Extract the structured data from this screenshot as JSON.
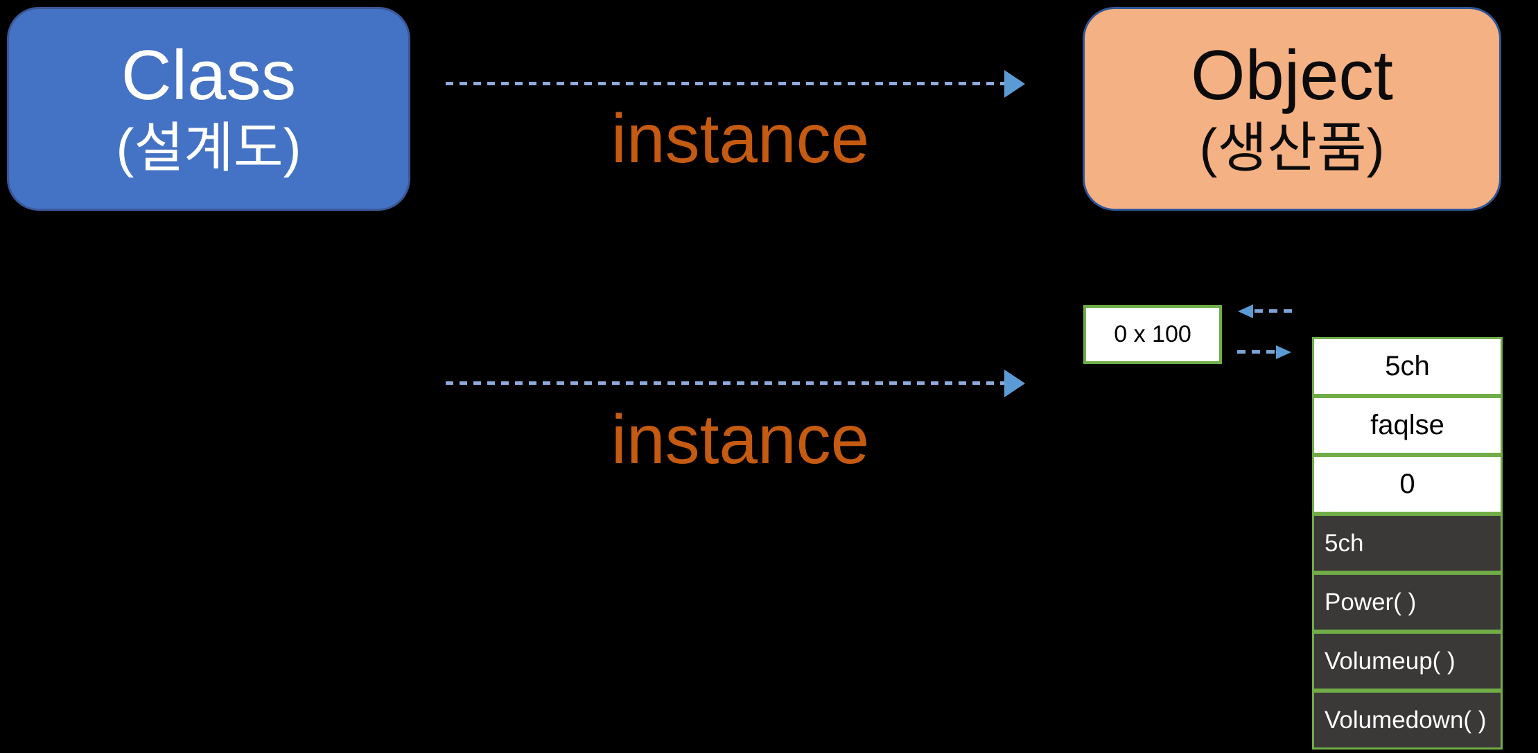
{
  "canvas": {
    "background": "#000000"
  },
  "class_box": {
    "title": "Class",
    "subtitle": "(설계도)",
    "fill": "#4472C4",
    "border_color": "#3B5796",
    "text_color": "#FFFFFF"
  },
  "object_box": {
    "title": "Object",
    "subtitle": "(생산품)",
    "fill": "#F4B183",
    "border_color": "#2F5597",
    "text_color": "#000000"
  },
  "instance_links": {
    "top_label": "instance",
    "bottom_label": "instance",
    "label_color": "#C55A11",
    "dash_color": "#8FAADC",
    "arrowhead_color": "#5B9BD5",
    "direction": "left-to-right"
  },
  "memory_box": {
    "value": "0 x 100",
    "fill": "#FFFFFF",
    "border_color": "#70AD47",
    "text_color": "#000000"
  },
  "pointer_arrows": {
    "top_direction": "left",
    "bottom_direction": "right",
    "color": "#5B9BD5"
  },
  "object_table": {
    "border_color": "#70AD47",
    "field_row_fill": "#FFFFFF",
    "method_row_fill": "#3B3838",
    "rows": [
      {
        "label": "5ch",
        "type": "field"
      },
      {
        "label": "faqlse",
        "type": "field"
      },
      {
        "label": "0",
        "type": "field"
      },
      {
        "label": "5ch",
        "type": "method"
      },
      {
        "label": "Power( )",
        "type": "method"
      },
      {
        "label": "Volumeup( )",
        "type": "method"
      },
      {
        "label": "Volumedown( )",
        "type": "method"
      }
    ]
  }
}
